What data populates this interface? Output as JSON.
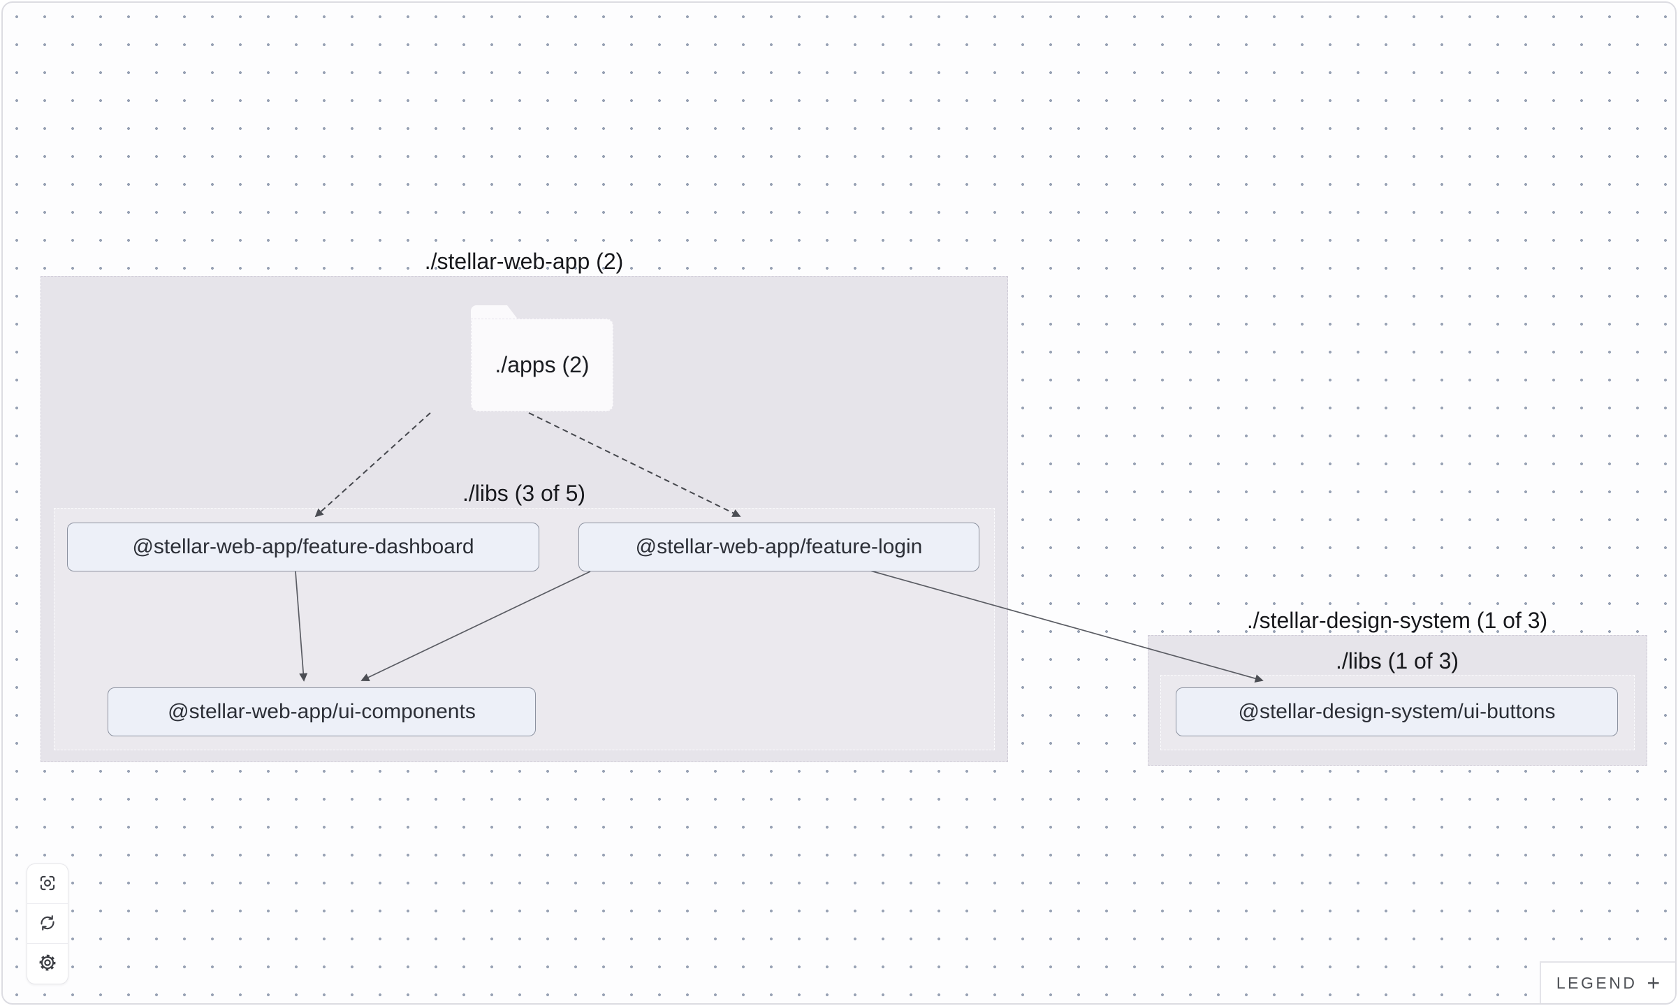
{
  "canvas": {
    "background": "#fdfdfe",
    "dot_color": "#98a2b4"
  },
  "graph": {
    "groups": [
      {
        "id": "stellar-web-app",
        "label": "./stellar-web-app (2)"
      },
      {
        "id": "stellar-web-app-libs",
        "label": "./libs (3 of 5)"
      },
      {
        "id": "stellar-design-system",
        "label": "./stellar-design-system (1 of 3)"
      },
      {
        "id": "stellar-design-system-libs",
        "label": "./libs (1 of 3)"
      }
    ],
    "composite_nodes": [
      {
        "id": "apps",
        "label": "./apps (2)"
      }
    ],
    "project_nodes": [
      {
        "id": "feature-dashboard",
        "label": "@stellar-web-app/feature-dashboard"
      },
      {
        "id": "feature-login",
        "label": "@stellar-web-app/feature-login"
      },
      {
        "id": "ui-components",
        "label": "@stellar-web-app/ui-components"
      },
      {
        "id": "ui-buttons",
        "label": "@stellar-design-system/ui-buttons"
      }
    ],
    "edges": [
      {
        "from": "./apps",
        "to": "feature-dashboard",
        "style": "dashed"
      },
      {
        "from": "./apps",
        "to": "feature-login",
        "style": "dashed"
      },
      {
        "from": "feature-dashboard",
        "to": "ui-components",
        "style": "solid"
      },
      {
        "from": "feature-login",
        "to": "ui-components",
        "style": "solid"
      },
      {
        "from": "feature-login",
        "to": "ui-buttons",
        "style": "solid"
      }
    ]
  },
  "toolbar": {
    "buttons": [
      {
        "name": "focus",
        "icon": "focus-icon"
      },
      {
        "name": "refresh",
        "icon": "refresh-icon"
      },
      {
        "name": "settings",
        "icon": "settings-icon"
      }
    ]
  },
  "legend": {
    "label": "LEGEND",
    "toggle": "+"
  },
  "theme": {
    "group_fill": "#e6e4ea",
    "node_fill": "#edf0f8",
    "node_border": "#8b919f",
    "edge_color": "#55575e",
    "icon_color": "#3c3e44"
  }
}
